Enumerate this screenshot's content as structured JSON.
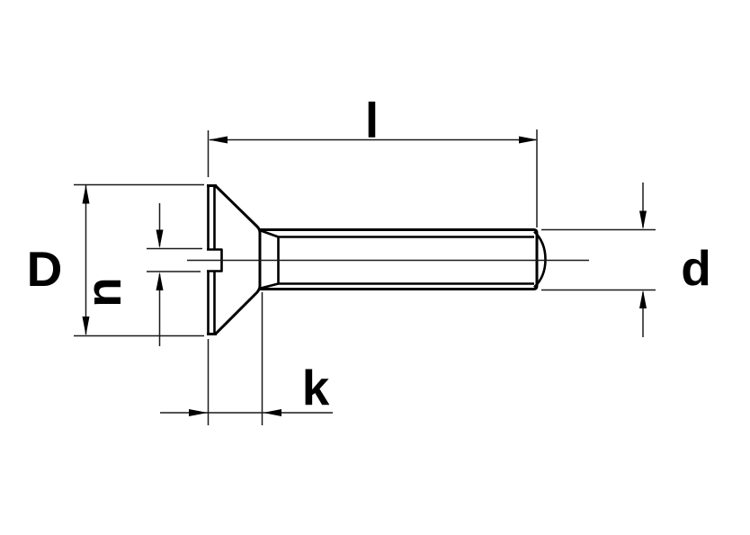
{
  "drawing": {
    "subject": "countersunk-slotted-screw-side-view",
    "background_color": "#ffffff",
    "outline_color": "#000000",
    "dimension_line_color": "#1a1a1a",
    "labels": {
      "length": "l",
      "head_diameter": "D",
      "slot_width": "n",
      "head_height": "k",
      "shank_diameter": "d"
    }
  }
}
